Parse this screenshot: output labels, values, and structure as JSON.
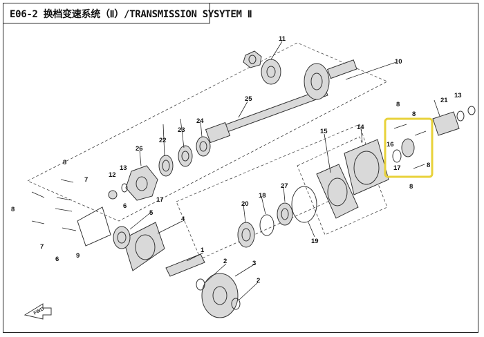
{
  "header": {
    "title": "E06-2 换档变速系统（Ⅱ）/TRANSMISSION SYSYTEM Ⅱ"
  },
  "colors": {
    "highlight": "#e8d23a",
    "line": "#333333"
  },
  "fwd_label": "FWD",
  "callouts": {
    "c1": "1",
    "c2a": "2",
    "c2b": "2",
    "c3": "3",
    "c4": "4",
    "c5": "5",
    "c6a": "6",
    "c6b": "6",
    "c7a": "7",
    "c7b": "7",
    "c8a": "8",
    "c8b": "8",
    "c8c": "8",
    "c8d": "8",
    "c8e": "8",
    "c8f": "8",
    "c9": "9",
    "c10": "10",
    "c11": "11",
    "c12": "12",
    "c13a": "13",
    "c13b": "13",
    "c14": "14",
    "c15": "15",
    "c16": "16",
    "c17a": "17",
    "c17b": "17",
    "c18": "18",
    "c19": "19",
    "c20": "20",
    "c21": "21",
    "c22": "22",
    "c23": "23",
    "c24": "24",
    "c25": "25",
    "c26": "26",
    "c27": "27"
  }
}
